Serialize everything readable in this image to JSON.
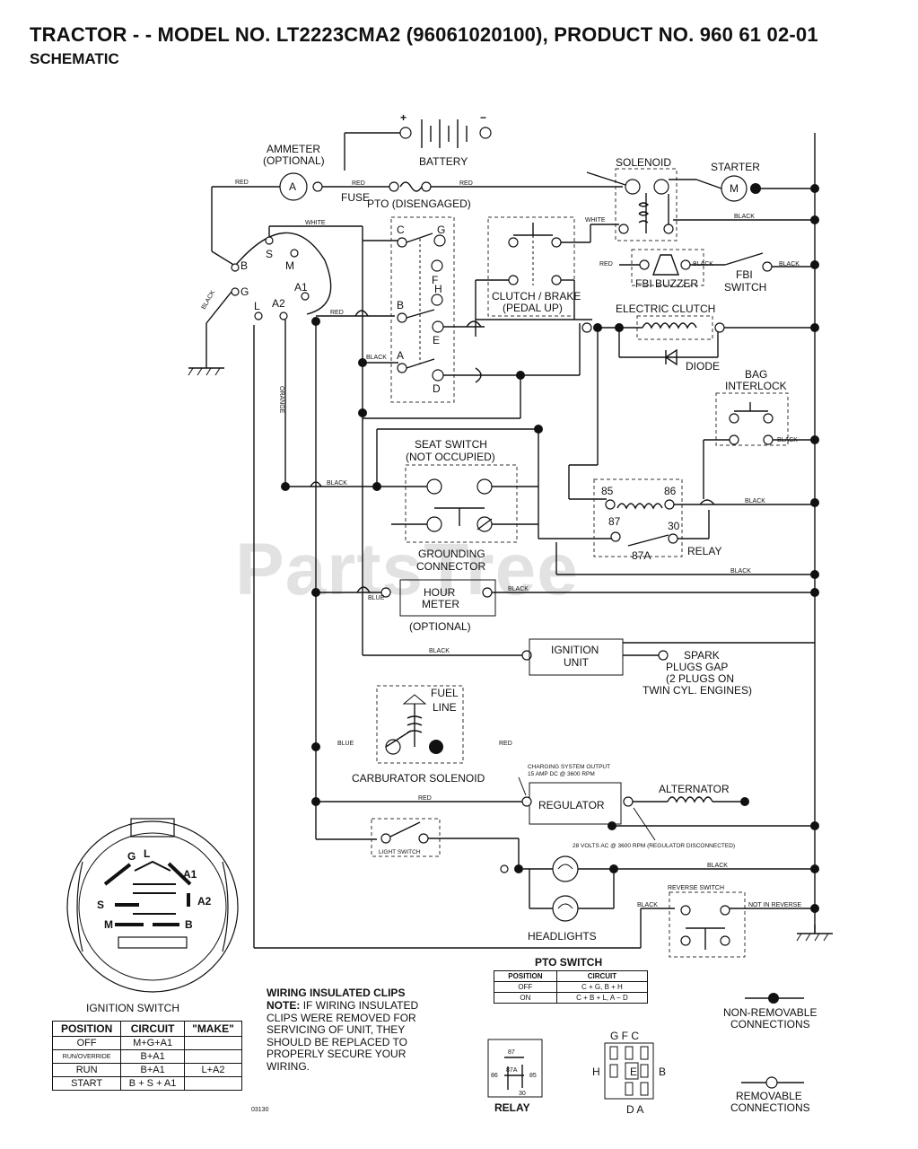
{
  "header": {
    "title": "TRACTOR - - MODEL NO. LT2223CMA2 (96061020100), PRODUCT NO. 960 61 02-01",
    "subtitle": "SCHEMATIC"
  },
  "components": {
    "ammeter": "AMMETER",
    "ammeter_opt": "(OPTIONAL)",
    "ammeter_symbol": "A",
    "battery": "BATTERY",
    "battery_plus": "+",
    "battery_minus": "−",
    "fuse": "FUSE",
    "pto_diseng": "PTO (DISENGAGED)",
    "solenoid": "SOLENOID",
    "starter": "STARTER",
    "starter_symbol": "M",
    "fbi_buzzer": "FBI BUZZER",
    "fbi_switch_1": "FBI",
    "fbi_switch_2": "SWITCH",
    "clutch_brake_1": "CLUTCH / BRAKE",
    "clutch_brake_2": "(PEDAL UP)",
    "electric_clutch": "ELECTRIC CLUTCH",
    "diode": "DIODE",
    "bag_interlock_1": "BAG",
    "bag_interlock_2": "INTERLOCK",
    "seat_switch_1": "SEAT SWITCH",
    "seat_switch_2": "(NOT OCCUPIED)",
    "grounding_1": "GROUNDING",
    "grounding_2": "CONNECTOR",
    "relay": "RELAY",
    "hour_meter_1": "HOUR",
    "hour_meter_2": "METER",
    "hour_meter_opt": "(OPTIONAL)",
    "ignition_unit_1": "IGNITION",
    "ignition_unit_2": "UNIT",
    "spark_1": "SPARK",
    "spark_2": "PLUGS GAP",
    "spark_3": "(2 PLUGS ON",
    "spark_4": "TWIN CYL. ENGINES)",
    "fuel_line_1": "FUEL",
    "fuel_line_2": "LINE",
    "carb_solenoid": "CARBURATOR SOLENOID",
    "charging_output_1": "CHARGING SYSTEM OUTPUT",
    "charging_output_2": "15 AMP DC @ 3600 RPM",
    "regulator": "REGULATOR",
    "alternator": "ALTERNATOR",
    "ac_note": "28 VOLTS AC @ 3600 RPM (REGULATOR DISCONNECTED)",
    "light_switch": "LIGHT SWITCH",
    "headlights": "HEADLIGHTS",
    "reverse_switch": "REVERSE SWITCH",
    "not_in_reverse": "NOT IN REVERSE",
    "ignition_switch": "IGNITION SWITCH"
  },
  "terminals": {
    "ign_B": "B",
    "ign_S": "S",
    "ign_M": "M",
    "ign_G": "G",
    "ign_L": "L",
    "ign_A2": "A2",
    "ign_A1": "A1",
    "pto_C": "C",
    "pto_G": "G",
    "pto_F": "F",
    "pto_H": "H",
    "pto_B": "B",
    "pto_E": "E",
    "pto_A": "A",
    "pto_D": "D",
    "relay_85": "85",
    "relay_86": "86",
    "relay_87": "87",
    "relay_30": "30",
    "relay_87A": "87A"
  },
  "wires": {
    "red": "RED",
    "white": "WHITE",
    "black": "BLACK",
    "blue": "BLUE",
    "orange": "ORANGE"
  },
  "ignition_table": {
    "headers": [
      "POSITION",
      "CIRCUIT",
      "\"MAKE\""
    ],
    "rows": [
      [
        "OFF",
        "M+G+A1",
        ""
      ],
      [
        "RUN/OVERRIDE",
        "B+A1",
        ""
      ],
      [
        "RUN",
        "B+A1",
        "L+A2"
      ],
      [
        "START",
        "B + S + A1",
        ""
      ]
    ]
  },
  "pto_table": {
    "title": "PTO SWITCH",
    "headers": [
      "POSITION",
      "CIRCUIT"
    ],
    "rows": [
      [
        "OFF",
        "C + G, B + H"
      ],
      [
        "ON",
        "C +    B + L, A − D"
      ]
    ]
  },
  "switch_face": {
    "G": "G",
    "L": "L",
    "A1": "A1",
    "A2": "A2",
    "S": "S",
    "M": "M",
    "B": "B"
  },
  "notes": {
    "clips_title": "WIRING INSULATED CLIPS",
    "clips_note_lead": "NOTE:",
    "clips_note_lines": [
      "IF WIRING INSULATED",
      "CLIPS WERE REMOVED FOR",
      "SERVICING OF UNIT, THEY",
      "SHOULD BE REPLACED TO",
      "PROPERLY SECURE YOUR",
      "WIRING."
    ],
    "drawing_no": "03130"
  },
  "legend": {
    "nonremovable_1": "NON-REMOVABLE",
    "nonremovable_2": "CONNECTIONS",
    "removable_1": "REMOVABLE",
    "removable_2": "CONNECTIONS"
  },
  "relay_pinout": {
    "label": "RELAY",
    "p87": "87",
    "p87A": "87A",
    "p86": "86",
    "p85": "85",
    "p30": "30"
  },
  "pto_pinout": {
    "top": "G  F  C",
    "left": "H",
    "center": "E",
    "right": "B",
    "bottom": "D  A"
  },
  "watermark": "PartsTree"
}
